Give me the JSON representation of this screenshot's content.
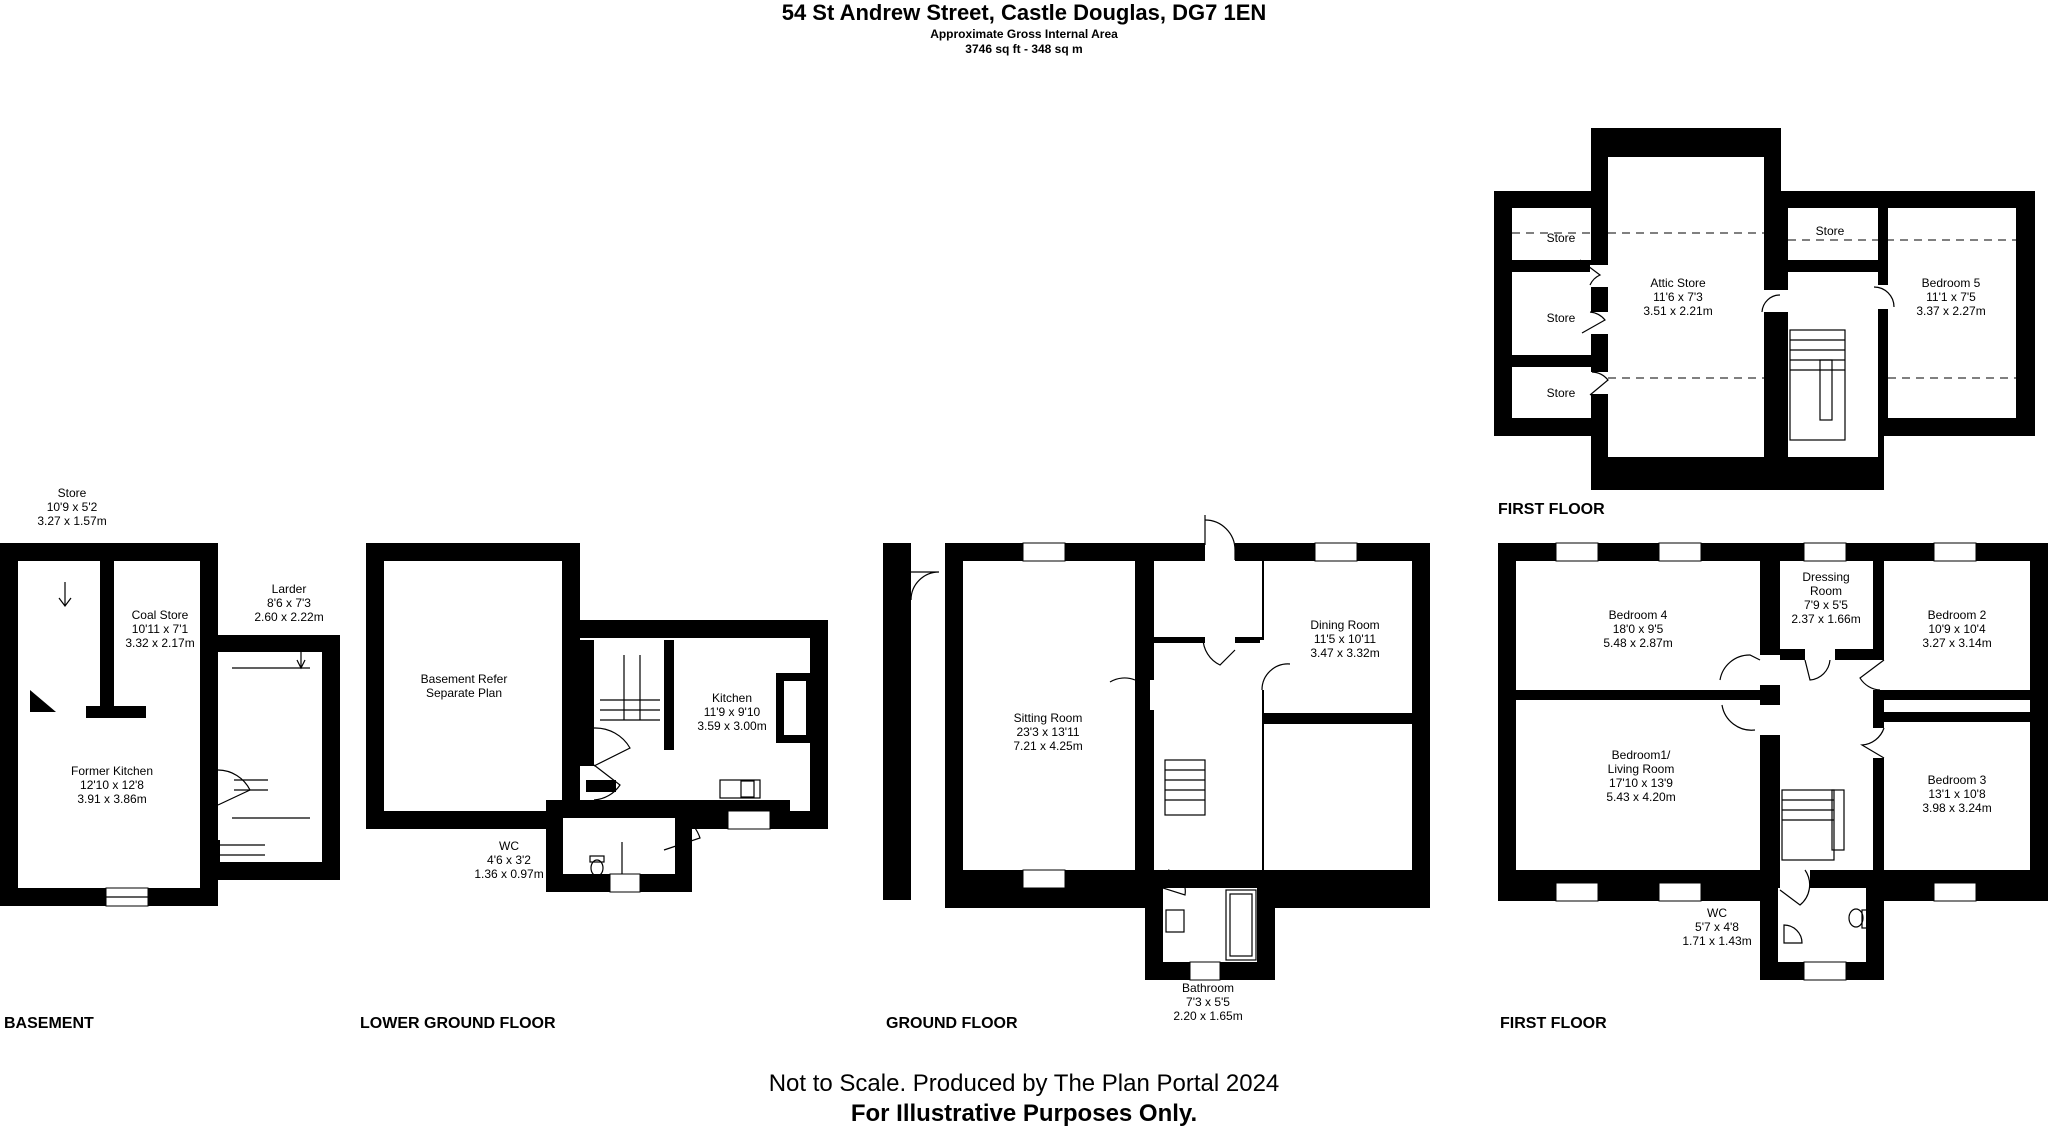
{
  "header": {
    "title": "54 St Andrew Street, Castle Douglas, DG7 1EN",
    "area_label": "Approximate Gross Internal Area",
    "area_value": "3746 sq ft - 348 sq m"
  },
  "footer": {
    "line1": "Not to Scale. Produced by The Plan Portal 2024",
    "line2": "For Illustrative Purposes Only."
  },
  "floors": {
    "basement": "BASEMENT",
    "lower_ground": "LOWER GROUND  FLOOR",
    "ground": "GROUND FLOOR",
    "first_main": "FIRST FLOOR",
    "first_upper": "FIRST FLOOR"
  },
  "rooms": {
    "store_b": {
      "name": "Store",
      "imp": "10'9 x 5'2",
      "met": "3.27 x 1.57m"
    },
    "coal_store": {
      "name": "Coal Store",
      "imp": "10'11 x 7'1",
      "met": "3.32 x 2.17m"
    },
    "larder": {
      "name": "Larder",
      "imp": "8'6 x 7'3",
      "met": "2.60 x 2.22m"
    },
    "former_kitchen": {
      "name": "Former Kitchen",
      "imp": "12'10 x 12'8",
      "met": "3.91 x 3.86m"
    },
    "basement_refer": {
      "name": "Basement Refer",
      "name2": "Separate Plan"
    },
    "kitchen": {
      "name": "Kitchen",
      "imp": "11'9 x 9'10",
      "met": "3.59 x 3.00m"
    },
    "wc_lg": {
      "name": "WC",
      "imp": "4'6 x 3'2",
      "met": "1.36 x 0.97m"
    },
    "sitting_room": {
      "name": "Sitting Room",
      "imp": "23'3 x 13'11",
      "met": "7.21 x 4.25m"
    },
    "dining_room": {
      "name": "Dining Room",
      "imp": "11'5 x 10'11",
      "met": "3.47 x 3.32m"
    },
    "bathroom": {
      "name": "Bathroom",
      "imp": "7'3 x 5'5",
      "met": "2.20 x 1.65m"
    },
    "bedroom4": {
      "name": "Bedroom 4",
      "imp": "18'0 x 9'5",
      "met": "5.48 x 2.87m"
    },
    "dressing_room": {
      "name": "Dressing",
      "name2": "Room",
      "imp": "7'9 x 5'5",
      "met": "2.37 x 1.66m"
    },
    "bedroom2": {
      "name": "Bedroom 2",
      "imp": "10'9 x 10'4",
      "met": "3.27 x 3.14m"
    },
    "bedroom1": {
      "name": "Bedroom1/",
      "name2": "Living Room",
      "imp": "17'10 x 13'9",
      "met": "5.43 x 4.20m"
    },
    "bedroom3": {
      "name": "Bedroom 3",
      "imp": "13'1 x 10'8",
      "met": "3.98 x 3.24m"
    },
    "wc_ff": {
      "name": "WC",
      "imp": "5'7 x 4'8",
      "met": "1.71 x 1.43m"
    },
    "attic_store": {
      "name": "Attic Store",
      "imp": "11'6 x 7'3",
      "met": "3.51 x 2.21m"
    },
    "store_a1": {
      "name": "Store"
    },
    "store_a2": {
      "name": "Store"
    },
    "store_a3": {
      "name": "Store"
    },
    "store_a4": {
      "name": "Store"
    },
    "bedroom5": {
      "name": "Bedroom 5",
      "imp": "11'1 x 7'5",
      "met": "3.37 x 2.27m"
    }
  }
}
